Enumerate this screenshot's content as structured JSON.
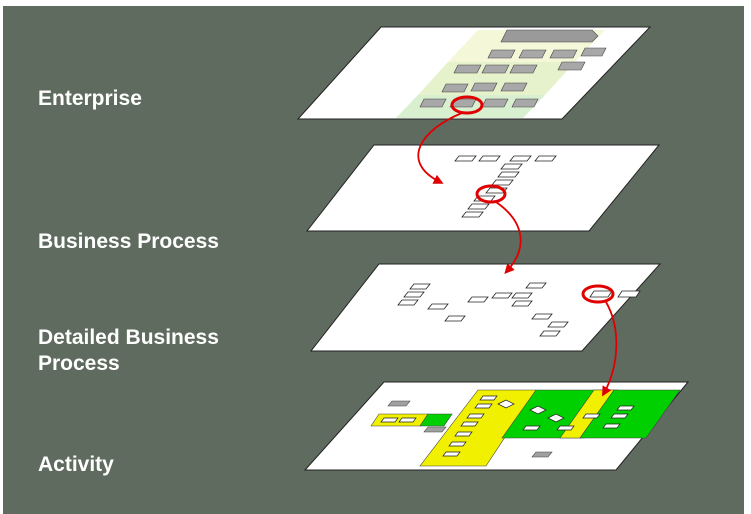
{
  "layers": [
    {
      "label": "Enterprise"
    },
    {
      "label": "Business Process"
    },
    {
      "label": "Detailed Business Process"
    },
    {
      "label": "Activity"
    }
  ],
  "detailed_label_lines": [
    "Detailed Business",
    "Process"
  ],
  "colors": {
    "background": "#5f6b5f",
    "plane": "#ffffff",
    "arrow": "#e00000",
    "highlight_ring": "#e00000",
    "activity_yellow": "#f0f000",
    "activity_green": "#00d000",
    "enterprise_yellow": "#ffffc8",
    "enterprise_green": "#c8f0c8",
    "box_gray": "#a0a0a0"
  }
}
